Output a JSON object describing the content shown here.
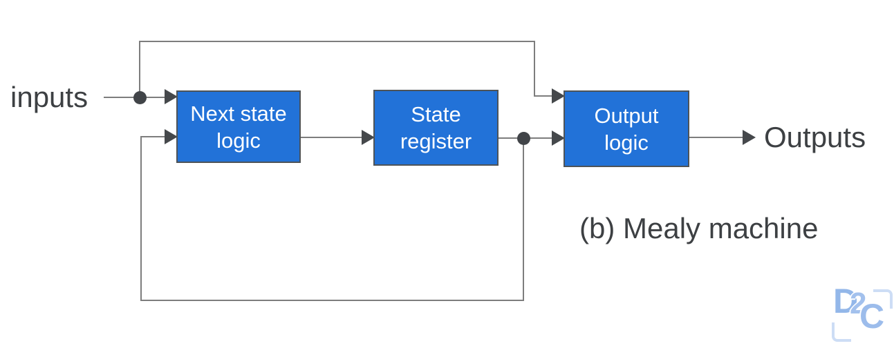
{
  "diagram": {
    "caption": "(b) Mealy machine",
    "input_label": "inputs",
    "output_label": "Outputs",
    "blocks": {
      "next_state_logic": {
        "line1": "Next state",
        "line2": "logic"
      },
      "state_register": {
        "line1": "State",
        "line2": "register"
      },
      "output_logic": {
        "line1": "Output",
        "line2": "logic"
      }
    },
    "colors": {
      "block_fill": "#2272d8",
      "block_border": "#4e5357",
      "block_text": "#ffffff",
      "wire": "#7d7d7d",
      "arrowhead": "#45484b",
      "label_text": "#3d4043",
      "logo_blue": "#93b7e9",
      "logo_frame": "#cdddf5"
    }
  },
  "logo": {
    "letter1": "D",
    "letter2": "2",
    "letter3": "C"
  }
}
